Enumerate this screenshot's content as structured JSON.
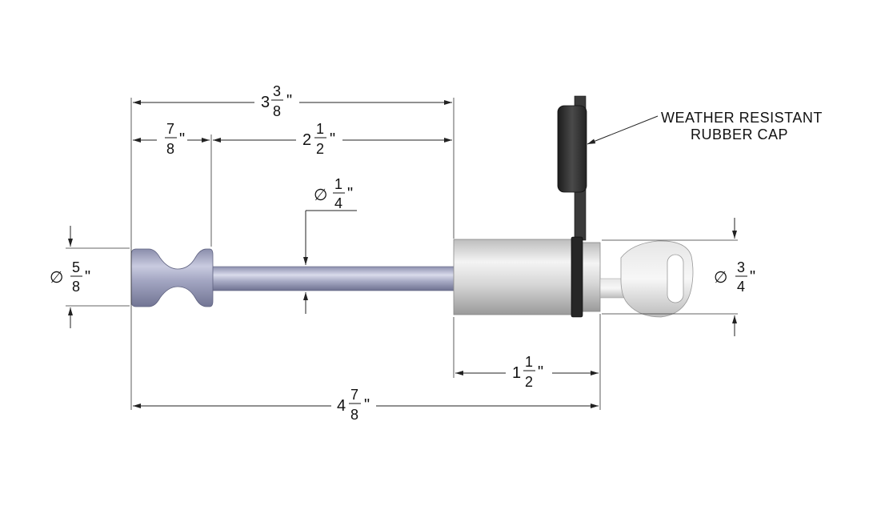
{
  "callout": {
    "line1": "WEATHER RESISTANT",
    "line2": "RUBBER CAP"
  },
  "dimensions": {
    "overall_top": {
      "whole": "3",
      "num": "3",
      "den": "8",
      "unit": "\""
    },
    "head_width": {
      "num": "7",
      "den": "8",
      "unit": "\""
    },
    "pin_length": {
      "whole": "2",
      "num": "1",
      "den": "2",
      "unit": "\""
    },
    "pin_diameter": {
      "symbol": "∅",
      "num": "1",
      "den": "4",
      "unit": "\""
    },
    "head_diameter": {
      "symbol": "∅",
      "num": "5",
      "den": "8",
      "unit": "\""
    },
    "lock_diameter": {
      "symbol": "∅",
      "num": "3",
      "den": "4",
      "unit": "\""
    },
    "lock_length": {
      "whole": "1",
      "num": "1",
      "den": "2",
      "unit": "\""
    },
    "overall_bottom": {
      "whole": "4",
      "num": "7",
      "den": "8",
      "unit": "\""
    }
  },
  "colors": {
    "pin_metal": "#a7a9c4",
    "lock_body": "#d8d8d8",
    "rubber_cap": "#2b2b2b",
    "key": "#cfcfcf"
  }
}
